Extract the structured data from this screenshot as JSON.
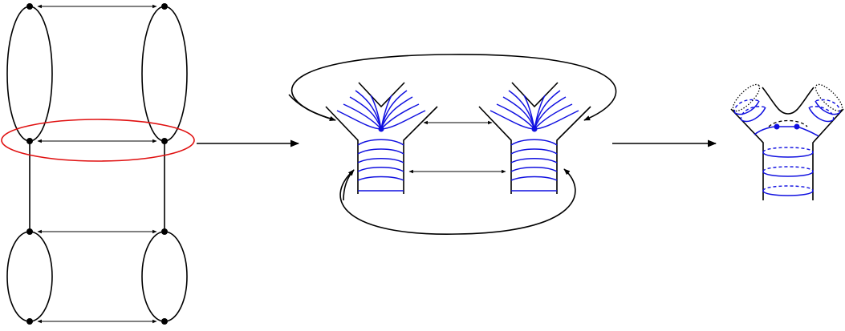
{
  "colors": {
    "line": "#000000",
    "foliation": "#1010e0",
    "highlight": "#e01010",
    "background": "#ffffff"
  },
  "panels": [
    {
      "id": "graph",
      "description_shown": ""
    },
    {
      "id": "pants-gluing",
      "description_shown": ""
    },
    {
      "id": "result-surface",
      "description_shown": ""
    }
  ]
}
